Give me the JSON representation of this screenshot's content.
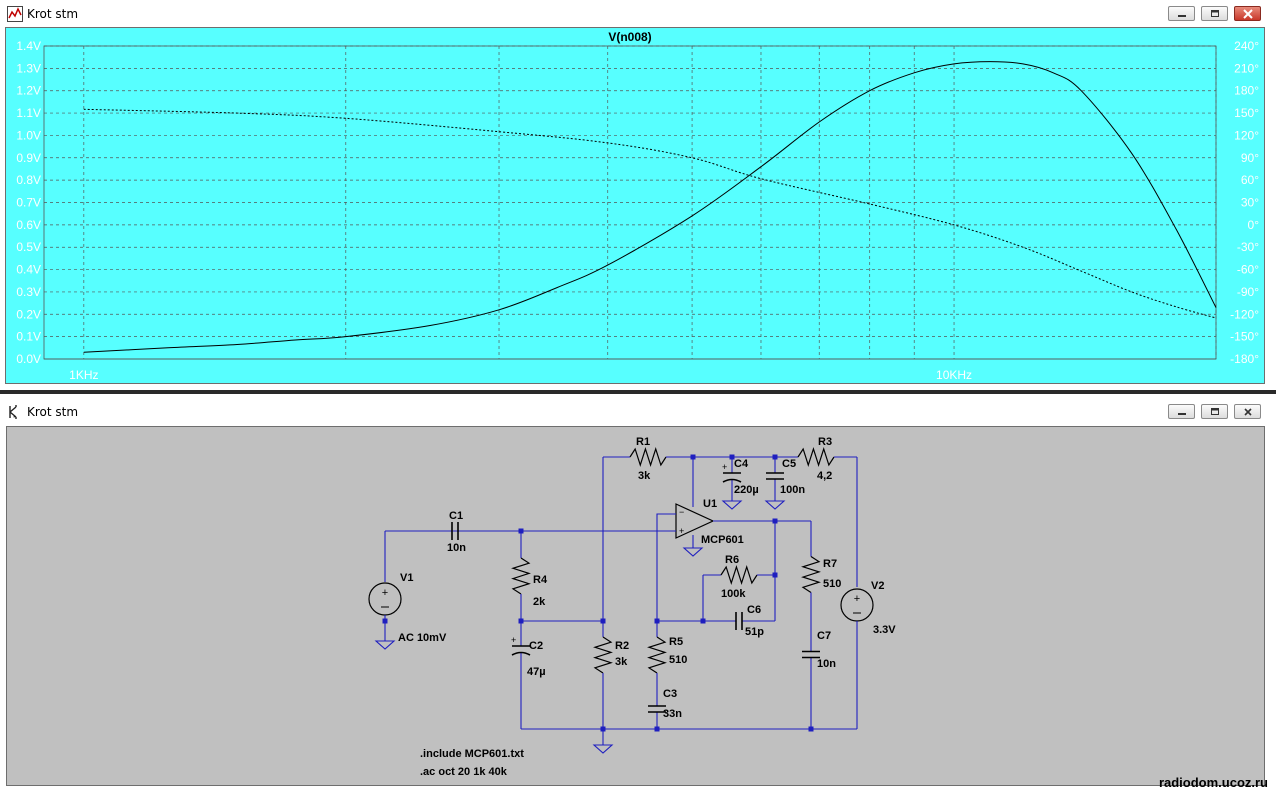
{
  "windows": [
    {
      "title": "Krot stm",
      "kind": "waveform"
    },
    {
      "title": "Krot stm",
      "kind": "schematic"
    }
  ],
  "chart_data": {
    "type": "line",
    "title": "V(n008)",
    "x_scale": "log",
    "xlim": [
      900,
      20000
    ],
    "x_ticks": [
      "1KHz",
      "10KHz"
    ],
    "y_left_ticks": [
      "0.0V",
      "0.1V",
      "0.2V",
      "0.3V",
      "0.4V",
      "0.5V",
      "0.6V",
      "0.7V",
      "0.8V",
      "0.9V",
      "1.0V",
      "1.1V",
      "1.2V",
      "1.3V",
      "1.4V"
    ],
    "y_right_ticks": [
      "-180°",
      "-150°",
      "-120°",
      "-90°",
      "-60°",
      "-30°",
      "0°",
      "30°",
      "60°",
      "90°",
      "120°",
      "150°",
      "180°",
      "210°",
      "240°"
    ],
    "ylim_left": [
      0,
      1.4
    ],
    "ylim_right": [
      -180,
      240
    ],
    "grid": true,
    "colors": {
      "background": "#57ffff",
      "trace": "#000000",
      "grid": "#555555",
      "tick_text": "#ffffff"
    },
    "series": [
      {
        "style": "solid",
        "x": [
          1000,
          1250,
          1500,
          1750,
          2000,
          2500,
          3000,
          3500,
          4000,
          5000,
          6000,
          7000,
          8000,
          9000,
          10000,
          11000,
          12000,
          13000,
          14000,
          16000,
          18000,
          20000
        ],
        "values": [
          0.03,
          0.05,
          0.065,
          0.085,
          0.1,
          0.15,
          0.22,
          0.32,
          0.42,
          0.64,
          0.86,
          1.06,
          1.2,
          1.28,
          1.32,
          1.33,
          1.32,
          1.28,
          1.2,
          0.92,
          0.58,
          0.23
        ]
      },
      {
        "style": "dashed",
        "x": [
          1000,
          1500,
          2000,
          3000,
          4000,
          5000,
          6000,
          8000,
          10000,
          12000,
          14000,
          16000,
          18000,
          20000
        ],
        "values": [
          155,
          150,
          143,
          125,
          110,
          90,
          62,
          28,
          0,
          -30,
          -62,
          -90,
          -110,
          -125
        ]
      }
    ]
  },
  "schematic": {
    "components": [
      {
        "ref": "R1",
        "value": "3k"
      },
      {
        "ref": "R2",
        "value": "3k"
      },
      {
        "ref": "R3",
        "value": "4,2"
      },
      {
        "ref": "R4",
        "value": "2k"
      },
      {
        "ref": "R5",
        "value": "510"
      },
      {
        "ref": "R6",
        "value": "100k"
      },
      {
        "ref": "R7",
        "value": "510"
      },
      {
        "ref": "C1",
        "value": "10n"
      },
      {
        "ref": "C2",
        "value": "47µ"
      },
      {
        "ref": "C3",
        "value": "33n"
      },
      {
        "ref": "C4",
        "value": "220µ"
      },
      {
        "ref": "C5",
        "value": "100n"
      },
      {
        "ref": "C6",
        "value": "51p"
      },
      {
        "ref": "C7",
        "value": "10n"
      },
      {
        "ref": "V1",
        "value": "AC 10mV"
      },
      {
        "ref": "V2",
        "value": "3.3V"
      },
      {
        "ref": "U1",
        "value": "MCP601"
      }
    ],
    "directives": [
      ".include MCP601.txt",
      ".ac oct 20 1k 40k"
    ]
  },
  "watermark": "radiodom.ucoz.ru"
}
